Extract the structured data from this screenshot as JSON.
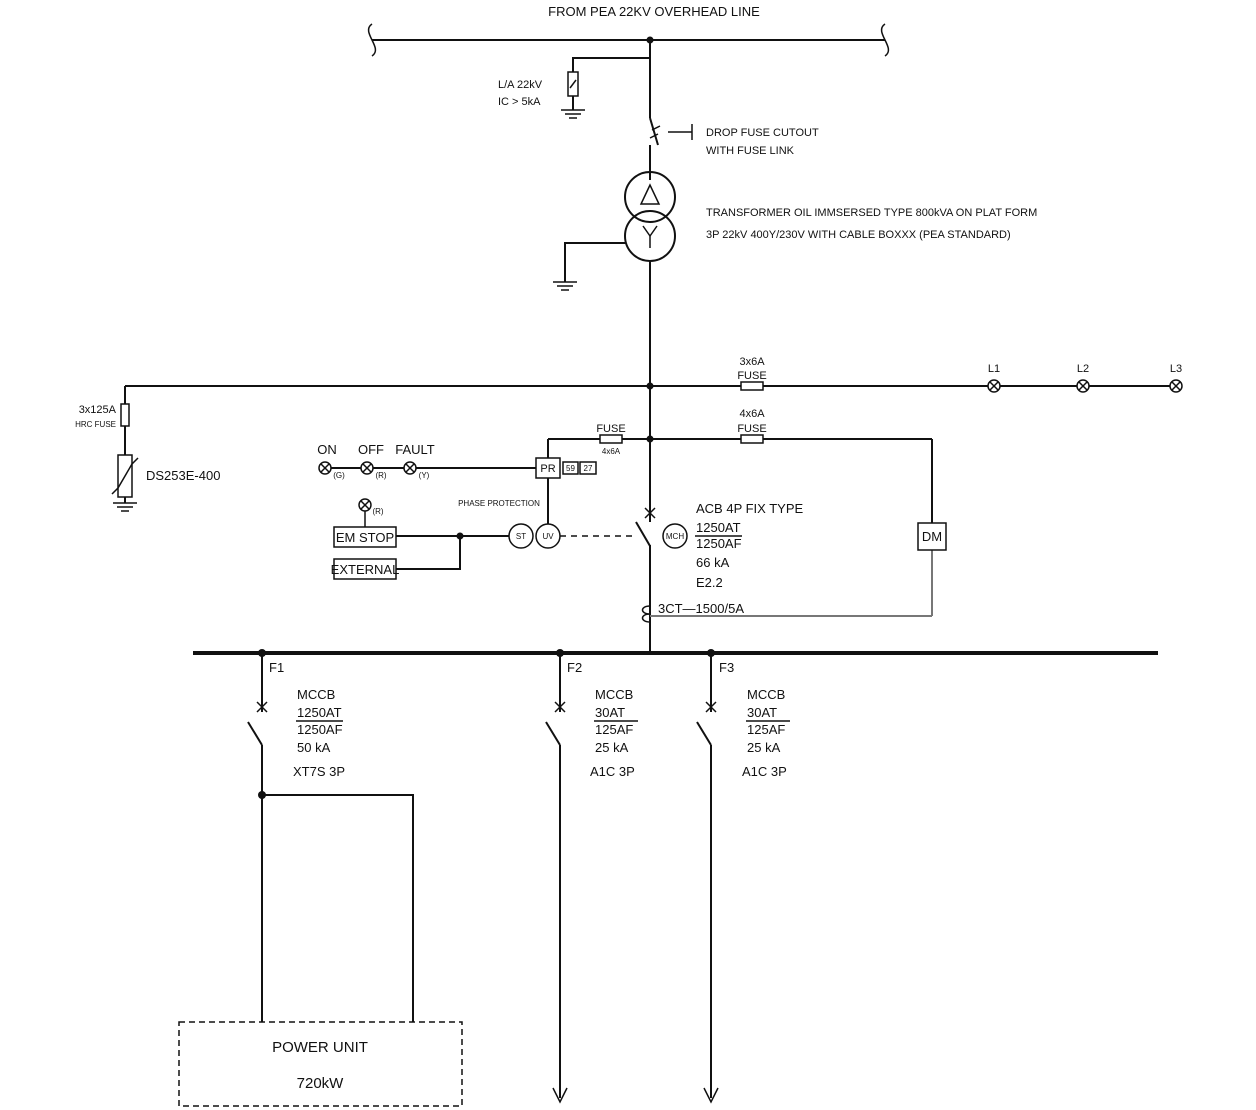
{
  "source": {
    "label": "FROM PEA 22KV OVERHEAD LINE"
  },
  "arrester": {
    "line1": "L/A 22kV",
    "line2": "IC > 5kA"
  },
  "cutout": {
    "line1": "DROP FUSE CUTOUT",
    "line2": "WITH FUSE LINK"
  },
  "transformer": {
    "line1": "TRANSFORMER OIL IMMSERSED TYPE 800kVA ON PLAT FORM",
    "line2": "3P 22kV 400Y/230V WITH CABLE BOXXX (PEA STANDARD)"
  },
  "spd": {
    "fuse_line1": "3x125A",
    "fuse_line2": "HRC FUSE",
    "model": "DS253E-400"
  },
  "lamp_fuse": {
    "rating": "3x6A",
    "label": "FUSE"
  },
  "phase_lamps": [
    "L1",
    "L2",
    "L3"
  ],
  "meter_fuse": {
    "rating": "4x6A",
    "label": "FUSE"
  },
  "relay_fuse": {
    "label": "FUSE",
    "rating": "4x6A"
  },
  "relay": {
    "label": "PR",
    "aux1": "59",
    "aux2": "27",
    "caption": "PHASE PROTECTION"
  },
  "indicators": {
    "on": "ON",
    "off": "OFF",
    "fault": "FAULT",
    "on_tag": "(G)",
    "off_tag": "(R)",
    "fault_tag": "(Y)",
    "estop_tag": "(R)"
  },
  "controls": {
    "em_stop": "EM STOP",
    "external": "EXTERNAL"
  },
  "trip_units": {
    "st": "ST",
    "uv": "UV",
    "mch": "MCH"
  },
  "acb": {
    "title": "ACB  4P  FIX TYPE",
    "at": "1250AT",
    "af": "1250AF",
    "ka": "66 kA",
    "model": "E2.2"
  },
  "ct": {
    "label": "3CT—1500/5A"
  },
  "meter": {
    "label": "DM"
  },
  "feeders": [
    {
      "id": "F1",
      "type": "MCCB",
      "at": "1250AT",
      "af": "1250AF",
      "ka": "50 kA",
      "model": "XT7S 3P"
    },
    {
      "id": "F2",
      "type": "MCCB",
      "at": "30AT",
      "af": "125AF",
      "ka": "25 kA",
      "model": "A1C 3P"
    },
    {
      "id": "F3",
      "type": "MCCB",
      "at": "30AT",
      "af": "125AF",
      "ka": "25 kA",
      "model": "A1C 3P"
    }
  ],
  "load": {
    "title": "POWER UNIT",
    "rating": "720kW"
  }
}
